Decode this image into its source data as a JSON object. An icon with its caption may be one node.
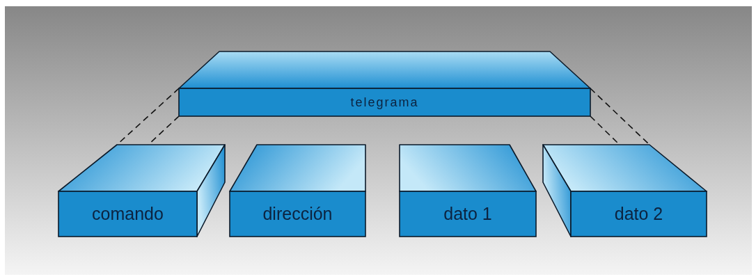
{
  "diagram": {
    "nodes": [
      {
        "text": [
          "telegrama"
        ]
      },
      {
        "text": [
          "comando"
        ]
      },
      {
        "text": [
          "dirección"
        ]
      },
      {
        "text": [
          "dato 1"
        ]
      },
      {
        "text": [
          "dato 2"
        ]
      }
    ],
    "edges": [
      {
        "from": 0,
        "to": 1,
        "arrow": "none",
        "style": "dashed"
      },
      {
        "from": 0,
        "to": 1,
        "arrow": "none",
        "style": "dashed"
      },
      {
        "from": 0,
        "to": 4,
        "arrow": "none",
        "style": "dashed"
      },
      {
        "from": 0,
        "to": 4,
        "arrow": "none",
        "style": "dashed"
      }
    ]
  }
}
